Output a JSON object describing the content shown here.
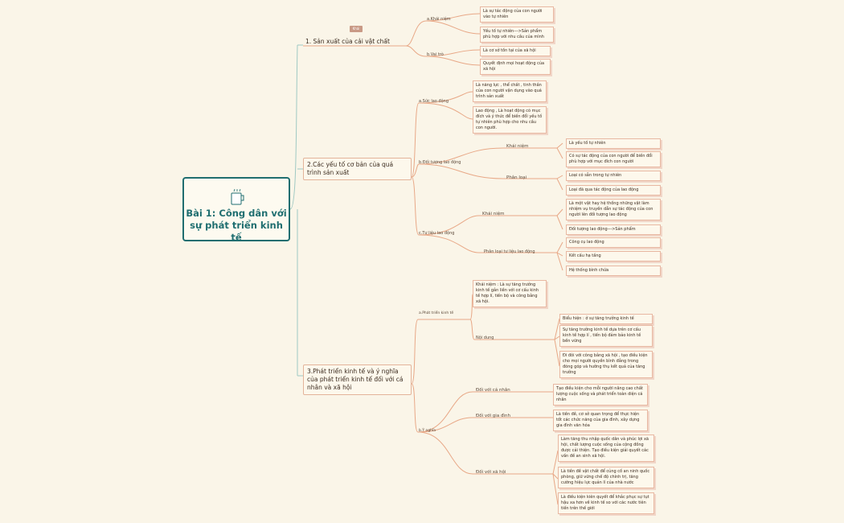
{
  "root": {
    "title": "Bài 1: Công dân với sự phát triển kinh tế",
    "icon": "cup-icon"
  },
  "tag": "Khái",
  "t1": {
    "title": "1. Sản xuất của cải vật chất",
    "khai_niem": "a.Khái niệm",
    "kn_leaf1": "Là sự tác động của con người vào tự nhiên",
    "kn_leaf2": "Yếu tố tự nhiên--->Sản phẩm phù hợp với nhu cầu của mình",
    "vai_tro": "b.Vai trò",
    "vt_leaf1": "Là cơ sở tồn tại của xã hội",
    "vt_leaf2": "Quyết định mọi hoạt động của xã hội"
  },
  "t2": {
    "title": "2.Các yếu tố cơ bản của quá trình sản xuất",
    "sld": "a.Sức lao động",
    "sld_leaf1": "Là năng lực , thể chất , tinh thần của con người vận dụng vào quá trình sản xuất",
    "sld_leaf2": "Lao động   , Là hoạt động có mục đích và ý thức để biến đổi yếu tố tự nhiên phù hợp cho nhu cầu con người.",
    "dtld": "b.Đối tượng lao động",
    "dt_kn": "Khái niệm",
    "dt_kn_leaf1": "Là yếu tố tự nhiên",
    "dt_kn_leaf2": "Có sự tác động của con người để biến đổi phù hợp với mục đích con người",
    "dt_pl": "Phân loại",
    "dt_pl_leaf1": "Loại có sẵn trong tự nhiên",
    "dt_pl_leaf2": "Loại đã qua tác động của lao động",
    "tlld": "c.Tư liệu lao động",
    "tl_kn": "Khái niệm",
    "tl_kn_leaf1": "Là một vật hay hệ thống những vật làm nhiệm vụ truyền dẫn sự tác động của con người lên đối tượng lao động",
    "tl_kn_leaf2": "Đối tượng lao động--->Sản phẩm",
    "tl_pl": "Phân loại tư liệu lao động",
    "tl_pl_leaf1": "Công cụ lao động",
    "tl_pl_leaf2": "Kết cấu hạ tầng",
    "tl_pl_leaf3": "Hệ thống bình chứa"
  },
  "t3": {
    "title": "3.Phát triển kinh tế và ý nghĩa của phát triển kinh tế đối với cá nhân và xã hội",
    "ptkt": "a.Phát triển kinh tế",
    "ptkt_leaf1": "Khái niệm : Là sự tăng trưởng kinh tế gắn liền với cơ cấu kinh tế hợp lí, tiến bộ và công bằng xã hội.",
    "noi_dung": "Nội dung",
    "nd_leaf1": "Biểu hiện : ở sự tăng trưởng kinh tế",
    "nd_leaf2": "Sự tăng trưởng kinh tế dựa trên cơ cấu kinh tế hợp lí , tiến bộ đảm bảo kinh tế bền vững",
    "nd_leaf3": "Đi đôi với công bằng xã hội , tạo điều kiện cho mọi người quyền bình đẳng trong đóng góp và hưởng thụ kết quả của tăng trưởng",
    "y_nghia": "b.Ý nghĩa",
    "cn": "Đối với cá nhân",
    "cn_leaf": "Tạo điều kiện cho mỗi người nâng cao chất lượng cuộc sống và phát triển toàn diện cá nhân",
    "gd": "Đối với gia đình",
    "gd_leaf": "Là tiền đề, cơ sở quan trọng để thực hiện tốt các chức năng của gia đình, xây dựng gia đình văn hóa",
    "xh": "Đối với xã hội",
    "xh_leaf1": "Làm tăng thu nhập quốc dân và phúc lợi xã hội, chất lượng cuộc sống của cộng đồng được cải thiện. Tạo điều kiện giải quyết các vấn đề an sinh xã hội.",
    "xh_leaf2": "Là tiền đề vật chất để củng cố an ninh quốc phòng, giữ vững chế độ chính trị, tăng cường hiệu lực quản lí của nhà nước",
    "xh_leaf3": "Là điều kiện kiên quyết để khắc phục sự tụt hậu xa hơn về kinh tế so với các nước tiên tiến trên thế giới"
  },
  "colors": {
    "accent": "#1f6e70",
    "branch": "#e8a887",
    "link_main": "#9fc9c3"
  }
}
